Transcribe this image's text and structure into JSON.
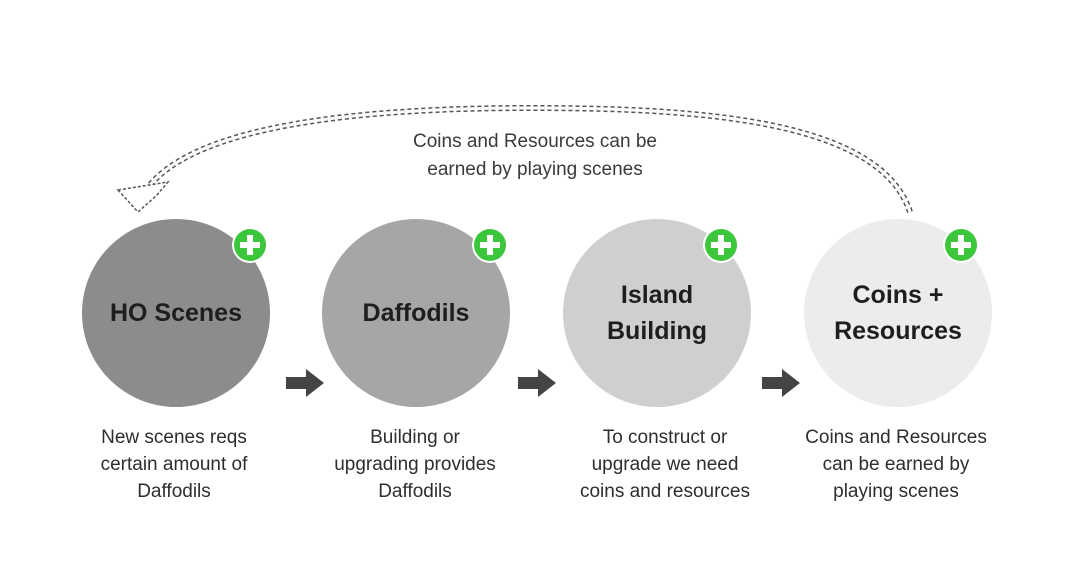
{
  "loop": {
    "caption": "Coins and Resources can be\nearned by playing scenes"
  },
  "steps": [
    {
      "title": "HO Scenes",
      "description": "New scenes reqs\ncertain amount of\nDaffodils",
      "icon": "plus-icon"
    },
    {
      "title": "Daffodils",
      "description": "Building or\nupgrading provides\nDaffodils",
      "icon": "plus-icon"
    },
    {
      "title": "Island\nBuilding",
      "description": "To construct or\nupgrade we need\ncoins and resources",
      "icon": "plus-icon"
    },
    {
      "title": "Coins +\nResources",
      "description": "Coins and Resources\ncan be earned by\nplaying scenes",
      "icon": "plus-icon"
    }
  ],
  "colors": {
    "circle_1": "#8c8c8c",
    "circle_2": "#a6a6a6",
    "circle_3": "#cfcfcf",
    "circle_4": "#ececec",
    "plus_green": "#3cc63c",
    "arrow": "#444444"
  },
  "arrow_icon": "right-arrow-icon"
}
